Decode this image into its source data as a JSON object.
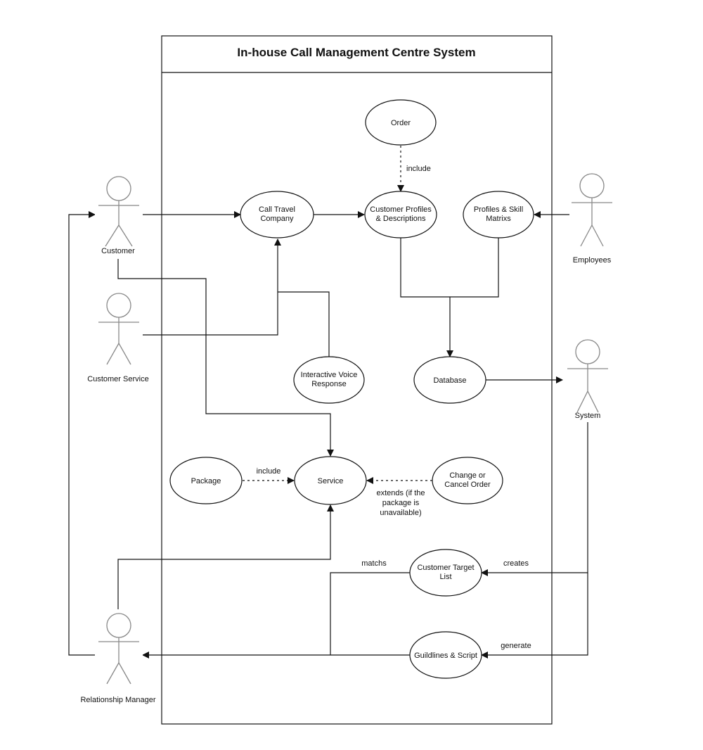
{
  "system": {
    "title": "In-house Call Management Centre System"
  },
  "actors": {
    "customer": "Customer",
    "customer_service": "Customer Service",
    "relationship_manager": "Relationship Manager",
    "employees": "Employees",
    "system": "System"
  },
  "use_cases": {
    "order": [
      "Order"
    ],
    "call_travel_company": [
      "Call Travel",
      "Company"
    ],
    "customer_profiles": [
      "Customer Profiles",
      "& Descriptions"
    ],
    "profiles_skill": [
      "Profiles & Skill",
      "Matrixs"
    ],
    "ivr": [
      "Interactive Voice",
      "Response"
    ],
    "database": [
      "Database"
    ],
    "package": [
      "Package"
    ],
    "service": [
      "Service"
    ],
    "change_cancel": [
      "Change or",
      "Cancel Order"
    ],
    "target_list": [
      "Customer Target",
      "List"
    ],
    "guidelines": [
      "Guildlines & Script"
    ]
  },
  "labels": {
    "include_order": "include",
    "include_package": "include",
    "extends": [
      "extends (if the",
      "package is",
      "unavailable)"
    ],
    "matchs": "matchs",
    "creates": "creates",
    "generate": "generate"
  },
  "colors": {
    "stroke": "#111111",
    "actor_stroke": "#888888",
    "background": "#ffffff"
  }
}
